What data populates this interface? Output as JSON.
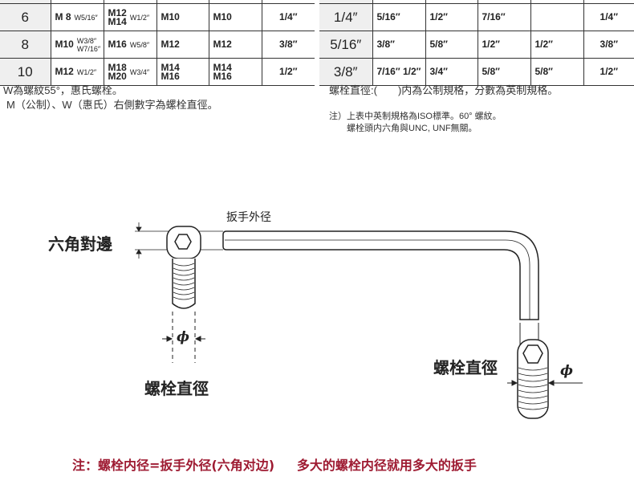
{
  "left_table": {
    "rows": [
      {
        "cells": [
          {
            "main": [
              "6"
            ]
          },
          {
            "main": [
              "M 8"
            ],
            "sub": [
              "W5/16″"
            ]
          },
          {
            "main": [
              "M12",
              "M14"
            ],
            "sub": [
              "W1/2″"
            ]
          },
          {
            "main": [
              "M10"
            ]
          },
          {
            "main": [
              "M10"
            ]
          },
          {
            "main": [
              "1/4″"
            ]
          }
        ]
      },
      {
        "cells": [
          {
            "main": [
              "8"
            ]
          },
          {
            "main": [
              "M10"
            ],
            "sub": [
              "W3/8″",
              "W7/16″"
            ]
          },
          {
            "main": [
              "M16"
            ],
            "sub": [
              "W5/8″"
            ]
          },
          {
            "main": [
              "M12"
            ]
          },
          {
            "main": [
              "M12"
            ]
          },
          {
            "main": [
              "3/8″"
            ]
          }
        ]
      },
      {
        "cells": [
          {
            "main": [
              "10"
            ]
          },
          {
            "main": [
              "M12"
            ],
            "sub": [
              "W1/2″"
            ]
          },
          {
            "main": [
              "M18",
              "M20"
            ],
            "sub": [
              "W3/4″"
            ]
          },
          {
            "main": [
              "M14",
              "M16"
            ]
          },
          {
            "main": [
              "M14",
              "M16"
            ]
          },
          {
            "main": [
              "1/2″"
            ]
          }
        ]
      }
    ],
    "notes": [
      "W為螺紋55°，惠氏螺栓。",
      "M（公制）、W（惠氏）右側數字為螺栓直徑。"
    ]
  },
  "right_table": {
    "rows": [
      {
        "cells": [
          {
            "main": [
              "1/4″"
            ]
          },
          {
            "main": [
              "5/16″"
            ]
          },
          {
            "main": [
              "1/2″"
            ]
          },
          {
            "main": [
              "7/16″"
            ]
          },
          {
            "main": [
              ""
            ]
          },
          {
            "main": [
              "1/4″"
            ]
          }
        ]
      },
      {
        "cells": [
          {
            "main": [
              "5/16″"
            ]
          },
          {
            "main": [
              "3/8″"
            ]
          },
          {
            "main": [
              "5/8″"
            ]
          },
          {
            "main": [
              "1/2″"
            ]
          },
          {
            "main": [
              "1/2″"
            ]
          },
          {
            "main": [
              "3/8″"
            ]
          }
        ]
      },
      {
        "cells": [
          {
            "main": [
              "3/8″"
            ]
          },
          {
            "main": [
              "7/16″ 1/2″"
            ]
          },
          {
            "main": [
              "3/4″"
            ]
          },
          {
            "main": [
              "5/8″"
            ]
          },
          {
            "main": [
              "5/8″"
            ]
          },
          {
            "main": [
              "1/2″"
            ]
          }
        ]
      }
    ],
    "note": "螺栓直徑:(　　)内為公制規格，分數為英制規格。",
    "footnote_1": "注）上表中英制規格為ISO標準。60° 螺紋。",
    "footnote_2": "螺栓頭内六角與UNC, UNF無關。"
  },
  "diagram": {
    "hex_across_flats": "六角對邊",
    "wrench_outer_diameter": "扳手外径",
    "bolt_diameter_left": "螺栓直徑",
    "bolt_diameter_right": "螺栓直徑",
    "phi_symbol": "ϕ"
  },
  "footer": "注：螺栓内径=扳手外径(六角对边)     多大的螺栓内径就用多大的扳手",
  "colors": {
    "footer": "#9e1b32",
    "first_column_bg": "#efefef"
  }
}
